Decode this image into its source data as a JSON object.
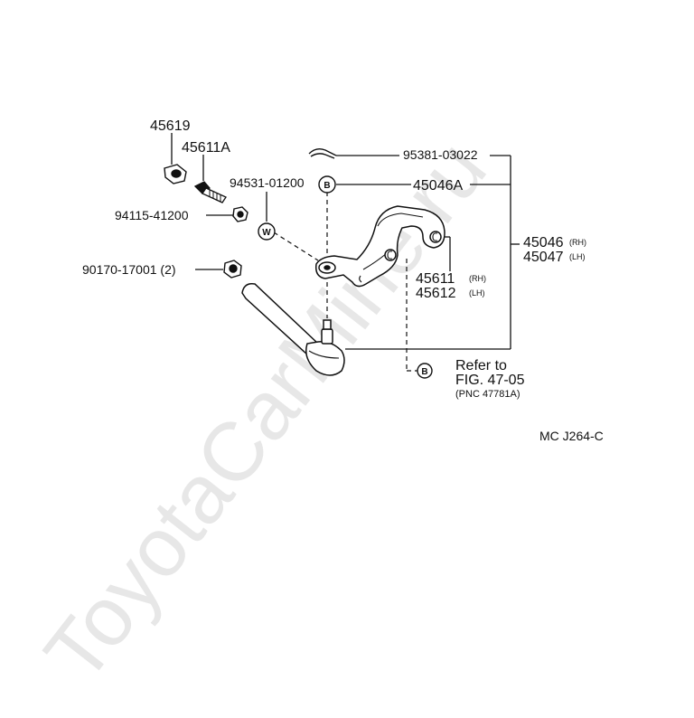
{
  "watermark": "ToyotaCarMine.ru",
  "parts": {
    "p45619": "45619",
    "p45611A": "45611A",
    "p94531": "94531-01200",
    "p94115": "94115-41200",
    "p90170": "90170-17001 (2)",
    "p95381": "95381-03022",
    "p45046A": "45046A",
    "p45046": "45046",
    "p45047": "45047",
    "p45611": "45611",
    "p45612": "45612",
    "rh": "(RH)",
    "lh": "(LH)"
  },
  "refer": {
    "line1": "Refer to",
    "line2": "FIG. 47-05",
    "line3": "(PNC 47781A)",
    "marker": "B"
  },
  "washer_marker": "W",
  "nut_marker": "B",
  "code": "MC J264-C"
}
